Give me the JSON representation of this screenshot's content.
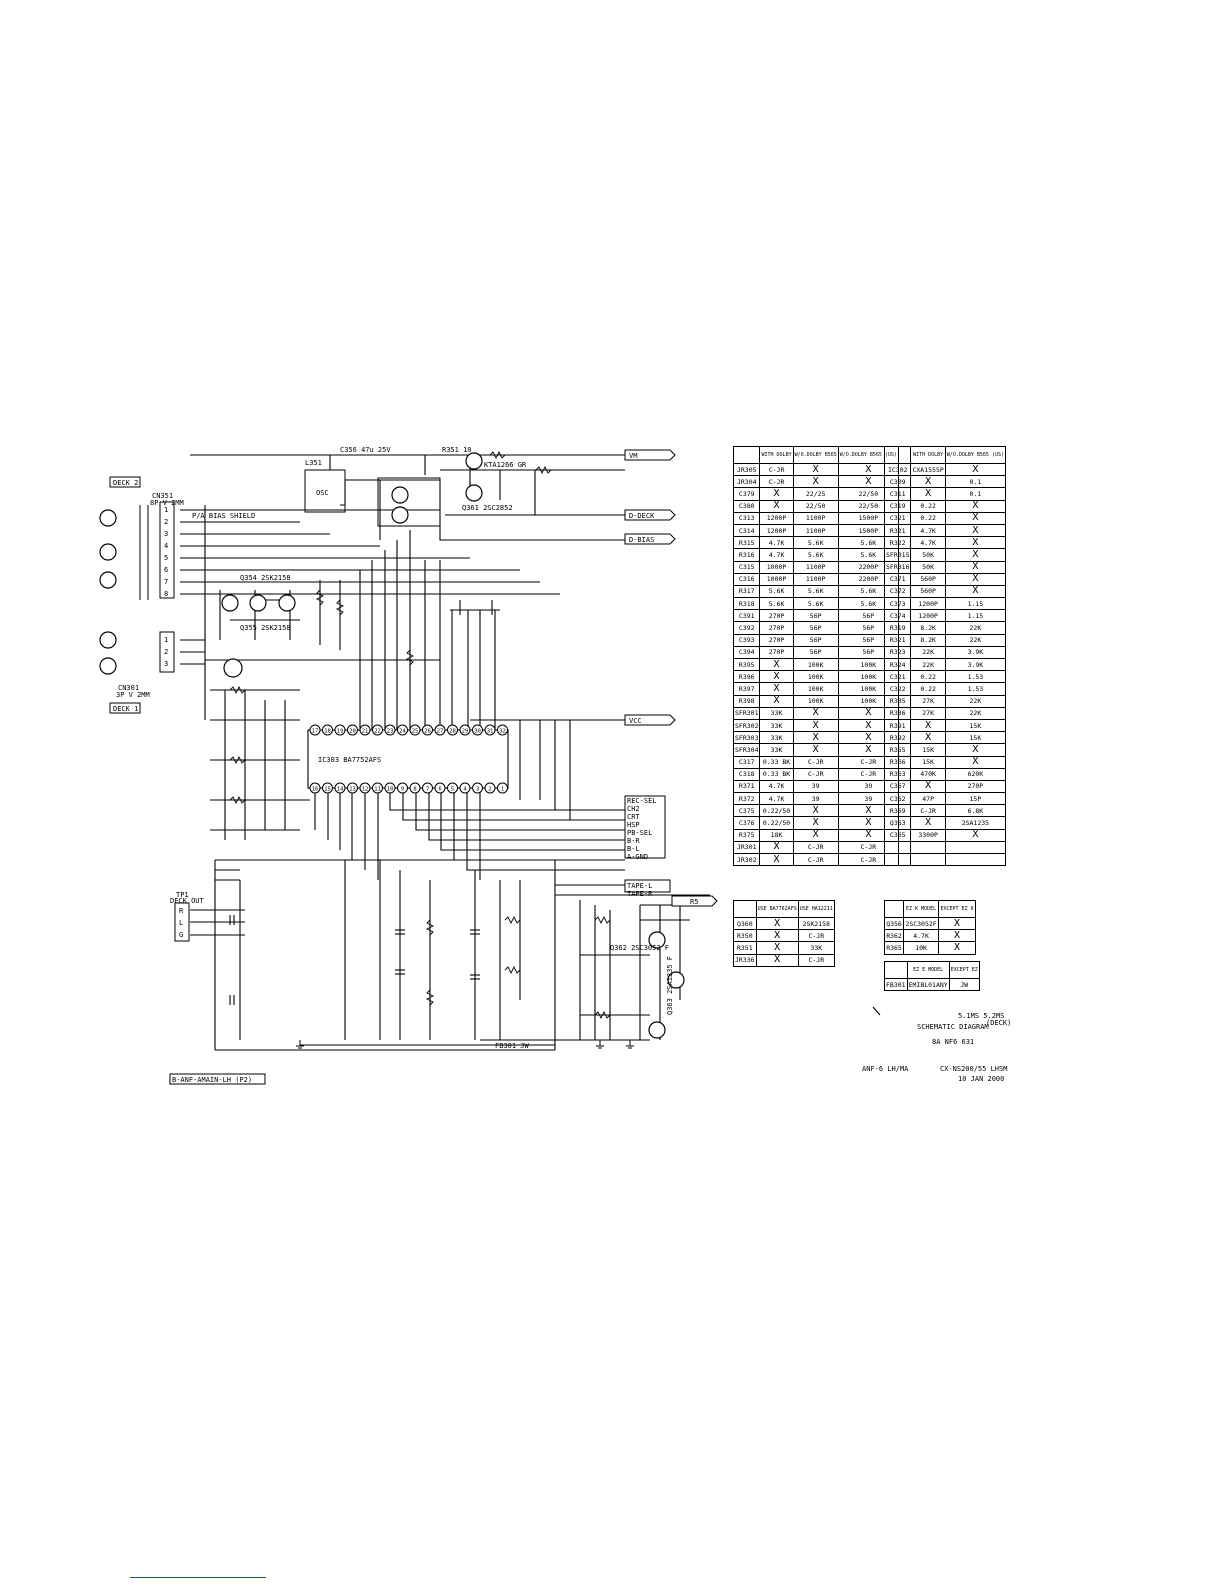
{
  "labels": {
    "deck2": "DECK 2",
    "deck1": "DECK 1",
    "cn351": "CN351",
    "cn351_desc": "8P V 2MM",
    "cn301": "CN301",
    "cn301_desc": "3P V 2MM",
    "deck_out": "DECK OUT",
    "tp1": "TP1",
    "ic": "IC303 BA7752AFS",
    "q354": "Q354 2SK2158",
    "q355": "Q355 2SK2158",
    "q361": "Q361 2SC2852",
    "q360": "KTA1266 GR",
    "q362": "Q362 2SC3052 F",
    "q363": "Q363 2SA1235 F",
    "bottom_conn": "B-ANF-AMAIN-LH (P2)",
    "fb301": "FB301 JW",
    "r351": "R351 10",
    "c356": "C356 47u 25V",
    "l351": "L351",
    "osc": "OSC",
    "bias": "P/A BIAS SHIELD"
  },
  "connectors": [
    "VM",
    "D-DECK",
    "D-BIAS",
    "VCC",
    "REC-SEL",
    "CH2",
    "CRT",
    "HSP",
    "PB-SEL",
    "B-R",
    "B-L",
    "A-GND",
    "TAPE-L",
    "TAPE-R",
    "R5"
  ],
  "deck2_pins": [
    "1",
    "2",
    "3",
    "4",
    "5",
    "6",
    "7",
    "8"
  ],
  "deck1_pins": [
    "1",
    "2",
    "3"
  ],
  "out_pins": [
    "R",
    "L",
    "G"
  ],
  "ic_top_pins": [
    "17",
    "18",
    "19",
    "20",
    "21",
    "22",
    "23",
    "24",
    "25",
    "26",
    "27",
    "28",
    "29",
    "30",
    "31",
    "32"
  ],
  "ic_bottom_pins": [
    "16",
    "15",
    "14",
    "13",
    "12",
    "11",
    "10",
    "9",
    "8",
    "7",
    "6",
    "5",
    "4",
    "3",
    "2",
    "1"
  ],
  "table1": {
    "headers": [
      "",
      "WITH DOLBY",
      "W/O.DOLBY B565",
      "W/O.DOLBY B565 (US)"
    ],
    "rows": [
      [
        "JR305",
        "C-JR",
        "X",
        "X"
      ],
      [
        "JR304",
        "C-JR",
        "X",
        "X"
      ],
      [
        "C379",
        "X",
        "22/25",
        "22/50"
      ],
      [
        "C380",
        "X",
        "22/50",
        "22/50"
      ],
      [
        "C313",
        "1200P",
        "1100P",
        "1500P"
      ],
      [
        "C314",
        "1200P",
        "1100P",
        "1500P"
      ],
      [
        "R315",
        "4.7K",
        "5.6K",
        "5.6K"
      ],
      [
        "R316",
        "4.7K",
        "5.6K",
        "5.6K"
      ],
      [
        "C315",
        "1000P",
        "1100P",
        "2200P"
      ],
      [
        "C316",
        "1000P",
        "1100P",
        "2200P"
      ],
      [
        "R317",
        "5.6K",
        "5.6K",
        "5.6K"
      ],
      [
        "R318",
        "5.6K",
        "5.6K",
        "5.6K"
      ],
      [
        "C391",
        "270P",
        "56P",
        "56P"
      ],
      [
        "C392",
        "270P",
        "56P",
        "56P"
      ],
      [
        "C393",
        "270P",
        "56P",
        "56P"
      ],
      [
        "C394",
        "270P",
        "56P",
        "56P"
      ],
      [
        "R395",
        "X",
        "100K",
        "100K"
      ],
      [
        "R396",
        "X",
        "100K",
        "100K"
      ],
      [
        "R397",
        "X",
        "100K",
        "100K"
      ],
      [
        "R398",
        "X",
        "100K",
        "100K"
      ],
      [
        "SFR301",
        "33K",
        "X",
        "X"
      ],
      [
        "SFR302",
        "33K",
        "X",
        "X"
      ],
      [
        "SFR303",
        "33K",
        "X",
        "X"
      ],
      [
        "SFR304",
        "33K",
        "X",
        "X"
      ],
      [
        "C317",
        "0.33 BK",
        "C-JR",
        "C-JR"
      ],
      [
        "C318",
        "0.33 BK",
        "C-JR",
        "C-JR"
      ],
      [
        "R371",
        "4.7K",
        "39",
        "39"
      ],
      [
        "R372",
        "4.7K",
        "39",
        "39"
      ],
      [
        "C375",
        "0.22/50",
        "X",
        "X"
      ],
      [
        "C376",
        "0.22/50",
        "X",
        "X"
      ],
      [
        "R375",
        "18K",
        "X",
        "X"
      ],
      [
        "JR301",
        "X",
        "C-JR",
        "C-JR"
      ],
      [
        "JR302",
        "X",
        "C-JR",
        "C-JR"
      ]
    ]
  },
  "table2": {
    "headers": [
      "",
      "WITH DOLBY",
      "W/O.DOLBY B565 (US)"
    ],
    "rows": [
      [
        "IC302",
        "CXA1555P",
        "X"
      ],
      [
        "C309",
        "X",
        "0.1"
      ],
      [
        "C311",
        "X",
        "0.1"
      ],
      [
        "C319",
        "0.22",
        "X"
      ],
      [
        "C321",
        "0.22",
        "X"
      ],
      [
        "R321",
        "4.7K",
        "X"
      ],
      [
        "R322",
        "4.7K",
        "X"
      ],
      [
        "SFR315",
        "50K",
        "X"
      ],
      [
        "SFR316",
        "50K",
        "X"
      ],
      [
        "C371",
        "560P",
        "X"
      ],
      [
        "C372",
        "560P",
        "X"
      ],
      [
        "C373",
        "1200P",
        "1.15"
      ],
      [
        "C374",
        "1200P",
        "1.15"
      ],
      [
        "R319",
        "8.2K",
        "22K"
      ],
      [
        "R321",
        "8.2K",
        "22K"
      ],
      [
        "R323",
        "22K",
        "3.9K"
      ],
      [
        "R324",
        "22K",
        "3.9K"
      ],
      [
        "C321",
        "0.22",
        "1.53"
      ],
      [
        "C322",
        "0.22",
        "1.53"
      ],
      [
        "R335",
        "27K",
        "22K"
      ],
      [
        "R336",
        "27K",
        "22K"
      ],
      [
        "R391",
        "X",
        "15K"
      ],
      [
        "R392",
        "X",
        "15K"
      ],
      [
        "R365",
        "15K",
        "X"
      ],
      [
        "R366",
        "15K",
        "X"
      ],
      [
        "R363",
        "470K",
        "620K"
      ],
      [
        "C367",
        "X",
        "270P"
      ],
      [
        "C362",
        "47P",
        "15P"
      ],
      [
        "R369",
        "C-JR",
        "6.8K"
      ],
      [
        "Q363",
        "X",
        "2SA1235"
      ],
      [
        "C365",
        "3300P",
        "X"
      ],
      [
        "",
        "",
        " "
      ],
      [
        "",
        "",
        ""
      ]
    ]
  },
  "table3": {
    "headers": [
      "",
      "USE BA7762AFS",
      "USE HA12211"
    ],
    "rows": [
      [
        "Q360",
        "X",
        "2SK2158"
      ],
      [
        "R350",
        "X",
        "C-JR"
      ],
      [
        "R351",
        "X",
        "33K"
      ],
      [
        "JR336",
        "X",
        "C-JR"
      ]
    ]
  },
  "table4": {
    "headers": [
      "",
      "EZ K MODEL",
      "EXCEPT EZ K"
    ],
    "rows": [
      [
        "Q356",
        "2SC3052F",
        "X"
      ],
      [
        "R362",
        "4.7K",
        "X"
      ],
      [
        "R365",
        "10K",
        "X"
      ]
    ]
  },
  "table5": {
    "headers": [
      "",
      "EZ E MODEL",
      "EXCEPT EZ"
    ],
    "rows": [
      [
        "FB301",
        "EMIBL01ANY",
        "JW"
      ]
    ]
  },
  "title_block": {
    "line1": "5.1MS 5.2MS",
    "line2": "SCHEMATIC DIAGRAM",
    "line2b": "(DECK)",
    "line3": "8A  NF6  631",
    "model_left": "ANF-6 LH/MA",
    "model_right": "CX-NS200/55 LHSM",
    "date": "10 JAN 2000"
  }
}
